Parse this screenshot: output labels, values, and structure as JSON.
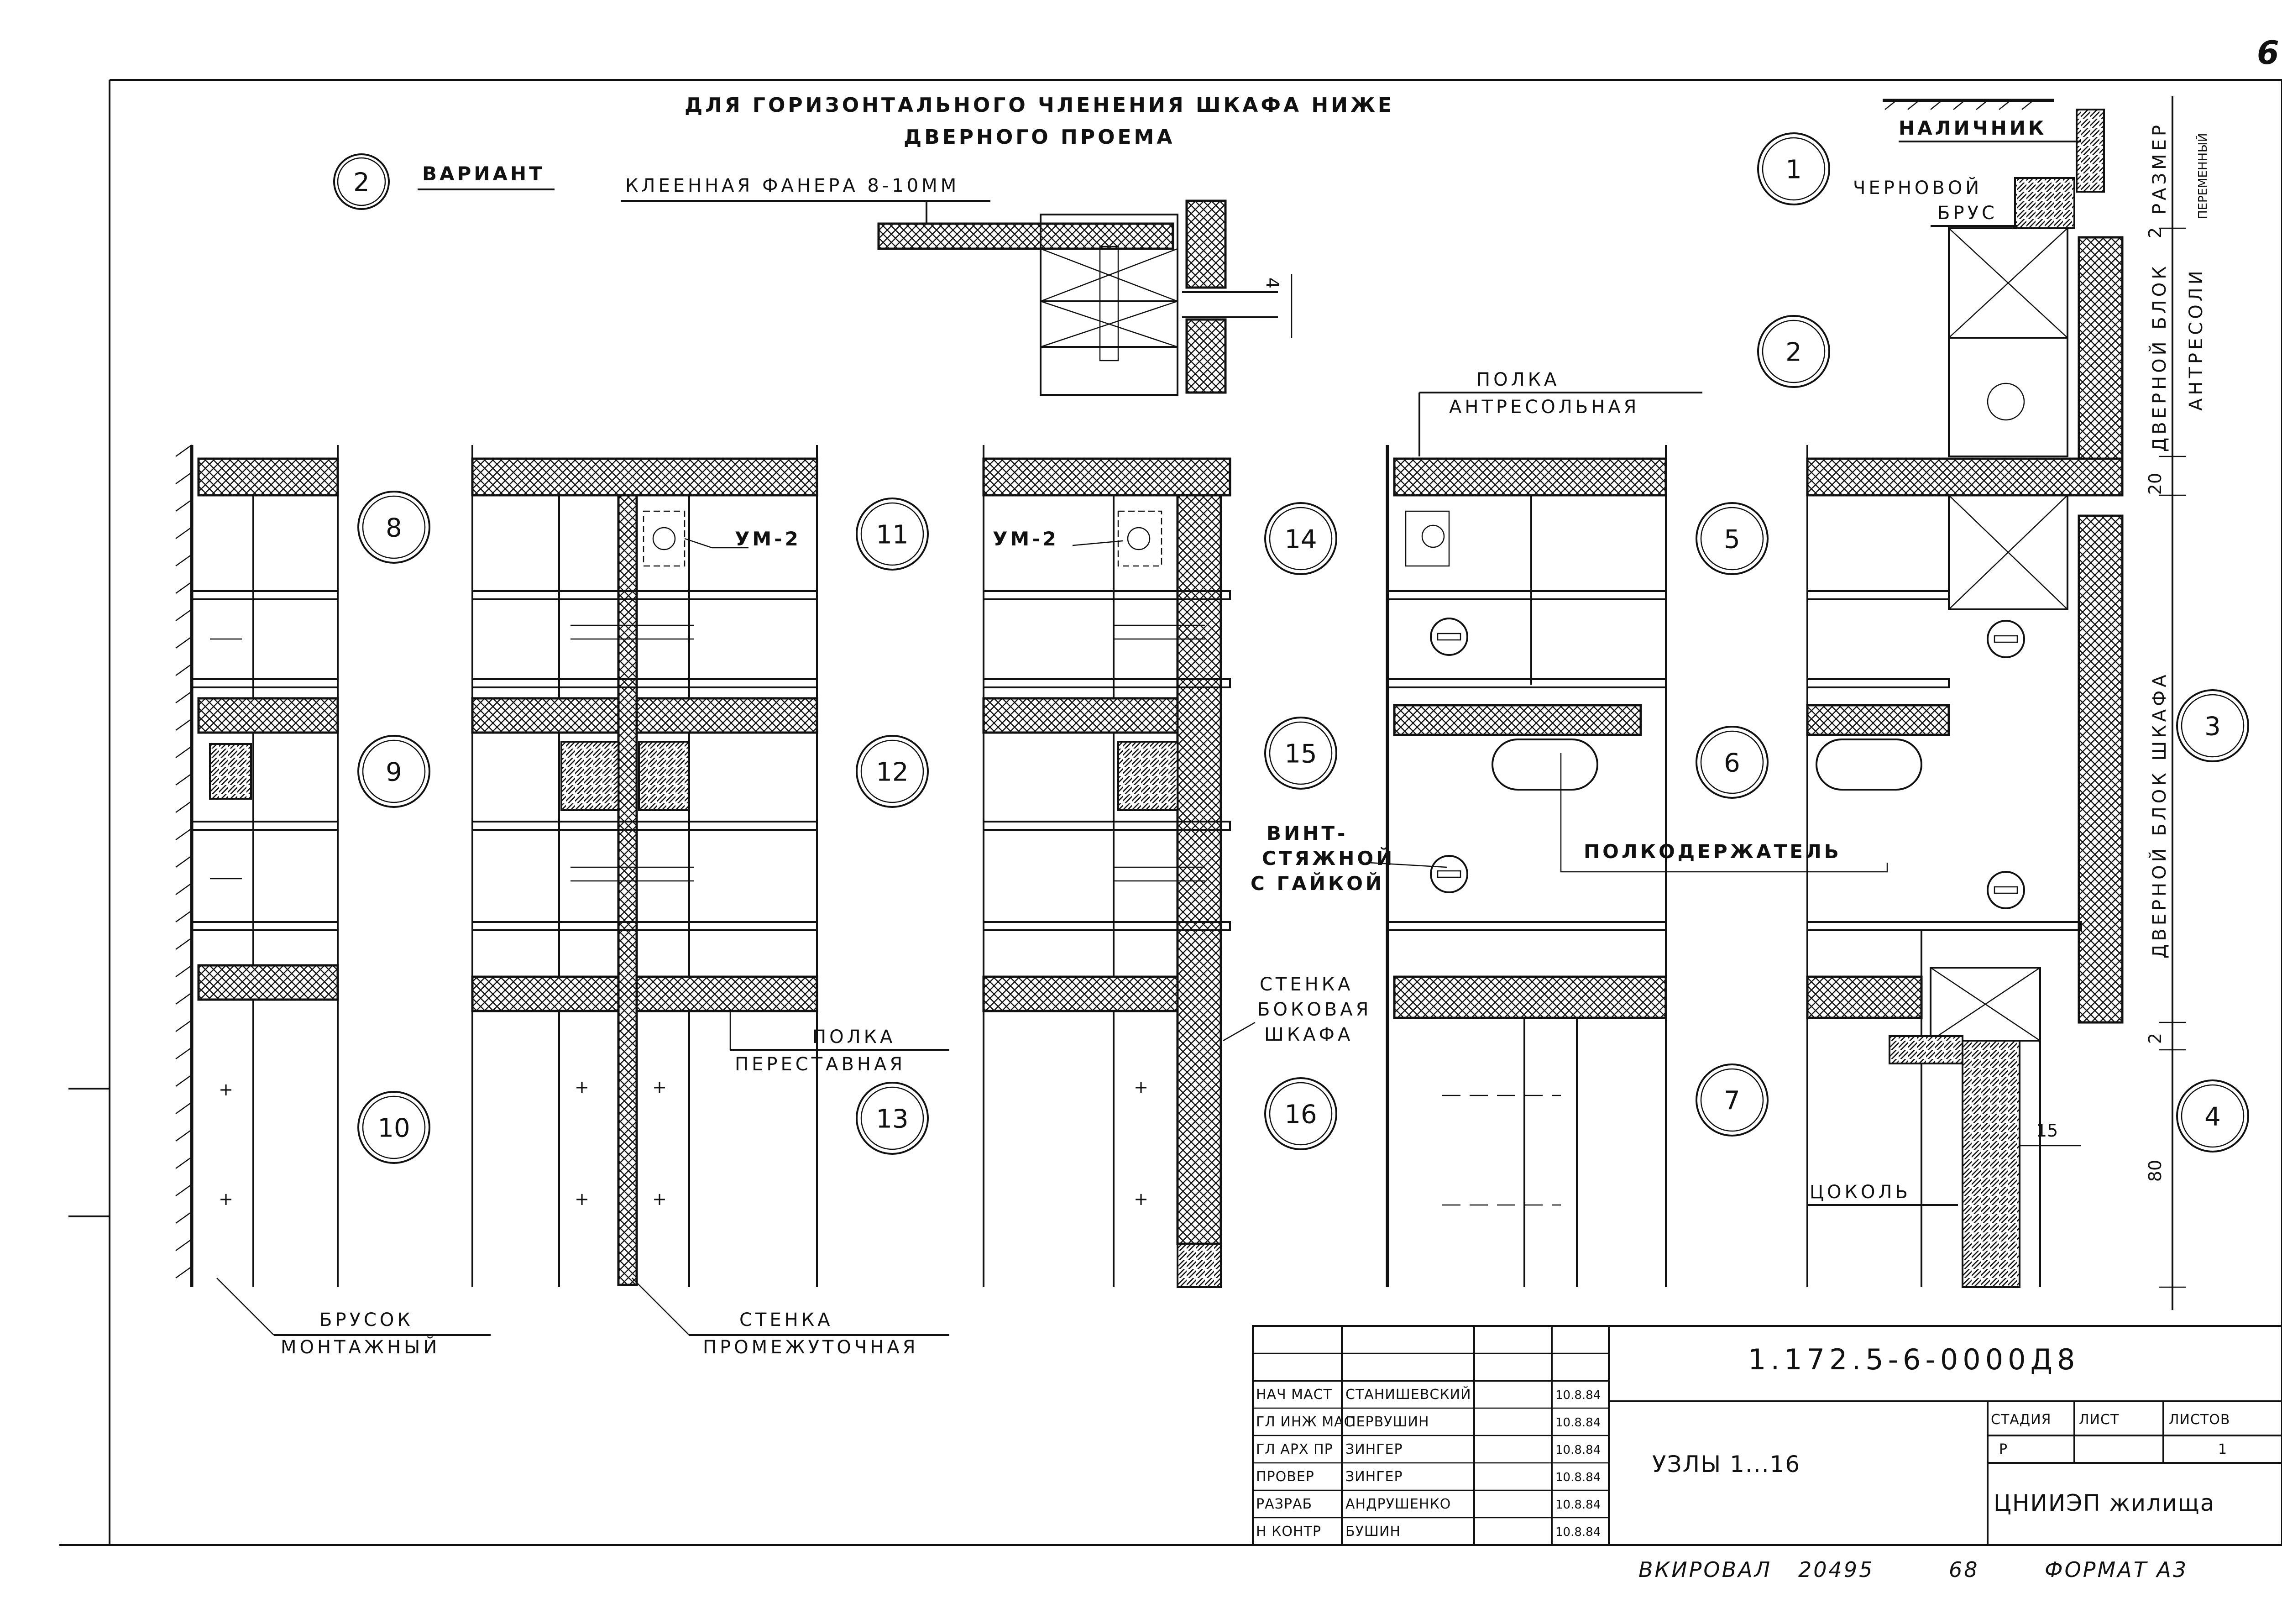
{
  "sheet_number": "6",
  "header": {
    "line1": "ДЛЯ ГОРИЗОНТАЛЬНОГО ЧЛЕНЕНИЯ ШКАФА НИЖЕ",
    "line2": "ДВЕРНОГО ПРОЕМА"
  },
  "variant": {
    "number": "2",
    "label": "ВАРИАНТ"
  },
  "labels": {
    "plywood": "КЛЕЕННАЯ ФАНЕРА 8-10ММ",
    "casing": "НАЛИЧНИК",
    "rough_beam_1": "ЧЕРНОВОЙ",
    "rough_beam_2": "БРУС",
    "shelf_mezz_1": "ПОЛКА",
    "shelf_mezz_2": "АНТРЕСОЛЬНАЯ",
    "um2_a": "УМ-2",
    "um2_b": "УМ-2",
    "screw_1": "ВИНТ-",
    "screw_2": "СТЯЖНОЙ",
    "screw_3": "С ГАЙКОЙ",
    "shelf_holder": "ПОЛКОДЕРЖАТЕЛЬ",
    "side_wall_1": "СТЕНКА",
    "side_wall_2": "БОКОВАЯ",
    "side_wall_3": "ШКАФА",
    "shelf_move_1": "ПОЛКА",
    "shelf_move_2": "ПЕРЕСТАВНАЯ",
    "mount_bar_1": "БРУСОК",
    "mount_bar_2": "МОНТАЖНЫЙ",
    "mid_wall_1": "СТЕНКА",
    "mid_wall_2": "ПРОМЕЖУТОЧНАЯ",
    "plinth": "ЦОКОЛЬ",
    "dim_size": "РАЗМЕР",
    "dim_var": "ПЕРЕМЕННЫЙ",
    "door_mezz_1": "ДВЕРНОЙ БЛОК",
    "door_mezz_2": "АНТРЕСОЛИ",
    "door_cab": "ДВЕРНОЙ БЛОК ШКАФА"
  },
  "dimensions": {
    "d4": "4",
    "d20": "20",
    "d2a": "2",
    "d2b": "2",
    "d80": "80",
    "d15": "15"
  },
  "nodes": [
    "1",
    "2",
    "3",
    "4",
    "5",
    "6",
    "7",
    "8",
    "9",
    "10",
    "11",
    "12",
    "13",
    "14",
    "15",
    "16"
  ],
  "title_block": {
    "code": "1.172.5-6-0000Д8",
    "title": "УЗЛЫ 1...16",
    "org": "ЦНИИЭП жилища",
    "stage_h": "СТАДИЯ",
    "sheet_h": "ЛИСТ",
    "sheets_h": "ЛИСТОВ",
    "stage": "Р",
    "sheet": "",
    "sheets": "1",
    "rows": [
      {
        "role": "НАЧ МАСТ",
        "name": "СТАНИШЕВСКИЙ",
        "date": "10.8.84"
      },
      {
        "role": "ГЛ ИНЖ МАС",
        "name": "ПЕРВУШИН",
        "date": "10.8.84"
      },
      {
        "role": "ГЛ АРХ ПР",
        "name": "ЗИНГЕР",
        "date": "10.8.84"
      },
      {
        "role": "ПРОВЕР",
        "name": "ЗИНГЕР",
        "date": "10.8.84"
      },
      {
        "role": "РАЗРАБ",
        "name": "АНДРУШЕНКО",
        "date": "10.8.84"
      },
      {
        "role": "Н КОНТР",
        "name": "БУШИН",
        "date": "10.8.84"
      }
    ]
  },
  "footer": {
    "copied": "ВКИРОВАЛ",
    "copy_no": "20495",
    "page": "68",
    "format": "ФОРМАТ А3"
  }
}
